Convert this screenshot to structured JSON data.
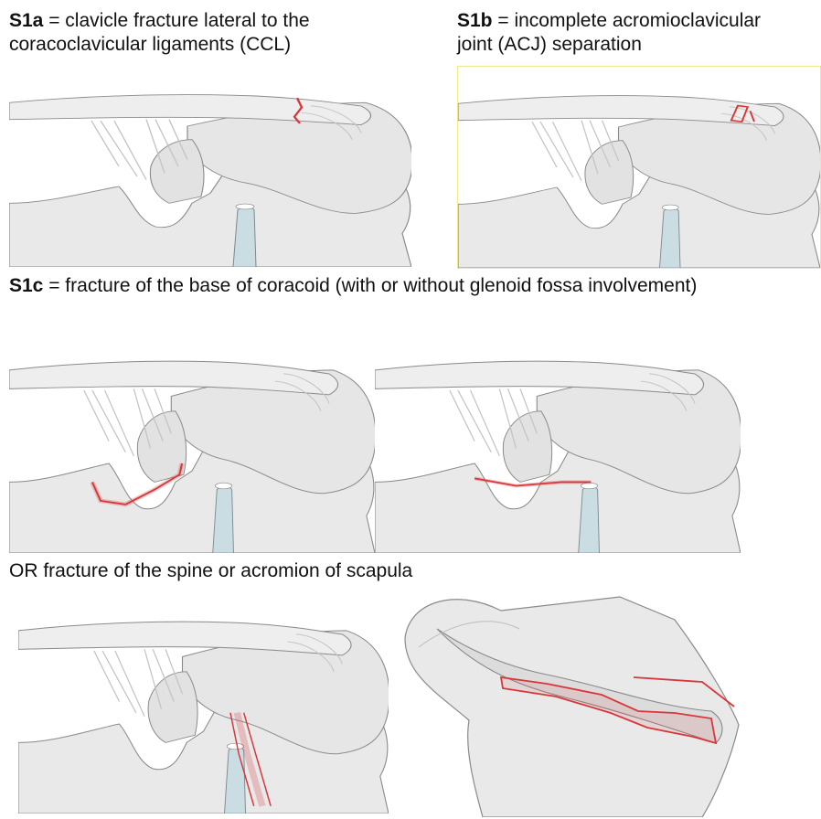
{
  "captions": {
    "s1a": {
      "code": "S1a",
      "line1": " = clavicle fracture lateral to the",
      "line2": "coracoclavicular ligaments (CCL)"
    },
    "s1b": {
      "code": "S1b",
      "line1": " =  incomplete acromioclavicular",
      "line2": "joint (ACJ) separation"
    },
    "s1c": {
      "code": "S1c",
      "line1": " = fracture of the base of coracoid (with or without glenoid fossa involvement)"
    },
    "or_text": "OR fracture of the spine or acromion of scapula"
  },
  "colors": {
    "bone_fill": "#ebebeb",
    "bone_stroke": "#8a8a8a",
    "ligament": "#d6d6d6",
    "fracture_red": "#d8373a",
    "humerus_fill": "#c9dde2"
  },
  "panels": [
    {
      "id": "s1a",
      "fracture": "clavicle-lateral"
    },
    {
      "id": "s1b",
      "fracture": "acj-separation"
    },
    {
      "id": "s1c-left",
      "fracture": "coracoid-base-glenoid"
    },
    {
      "id": "s1c-right",
      "fracture": "coracoid-base"
    },
    {
      "id": "acromion",
      "fracture": "acromion"
    },
    {
      "id": "spine",
      "fracture": "scapular-spine"
    }
  ]
}
